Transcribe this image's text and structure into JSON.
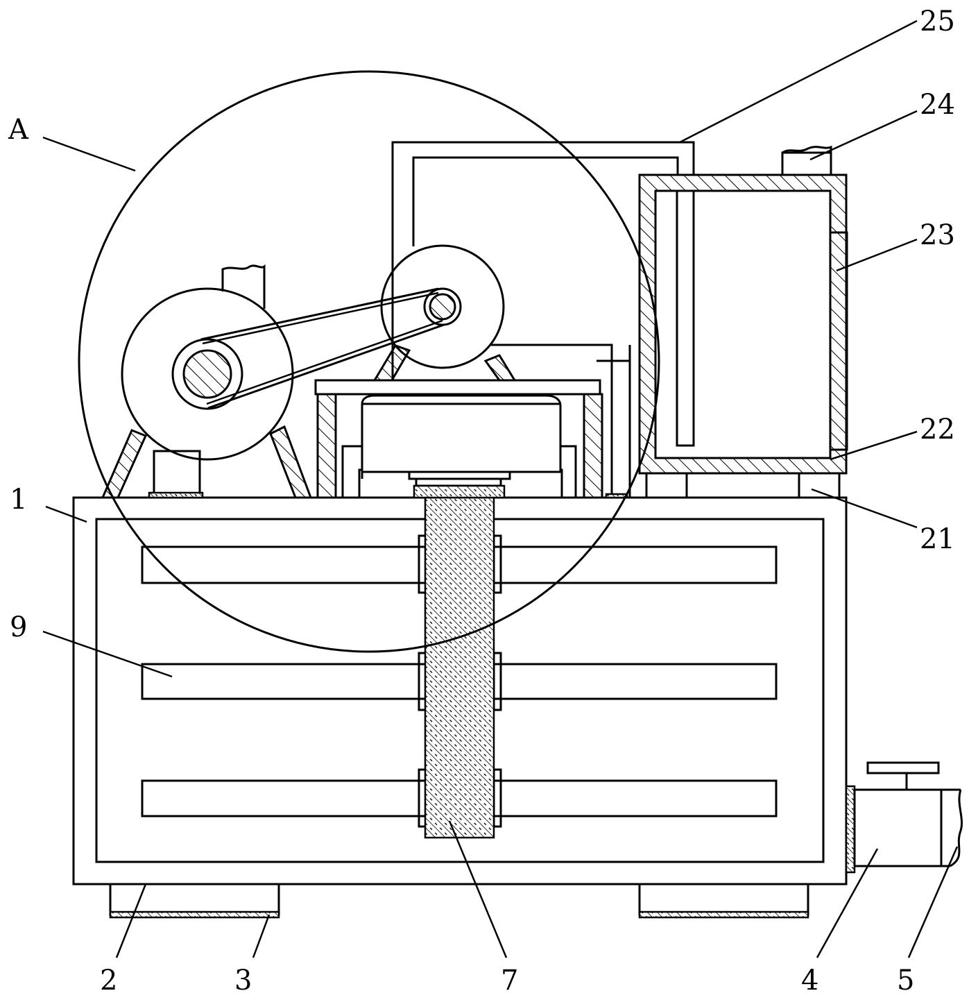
{
  "labels": {
    "a": "A",
    "n1": "1",
    "n2": "2",
    "n3": "3",
    "n4": "4",
    "n5": "5",
    "n7": "7",
    "n9": "9",
    "n21": "21",
    "n22": "22",
    "n23": "23",
    "n24": "24",
    "n25": "25"
  },
  "colors": {
    "line": "#000000",
    "background": "#ffffff"
  }
}
